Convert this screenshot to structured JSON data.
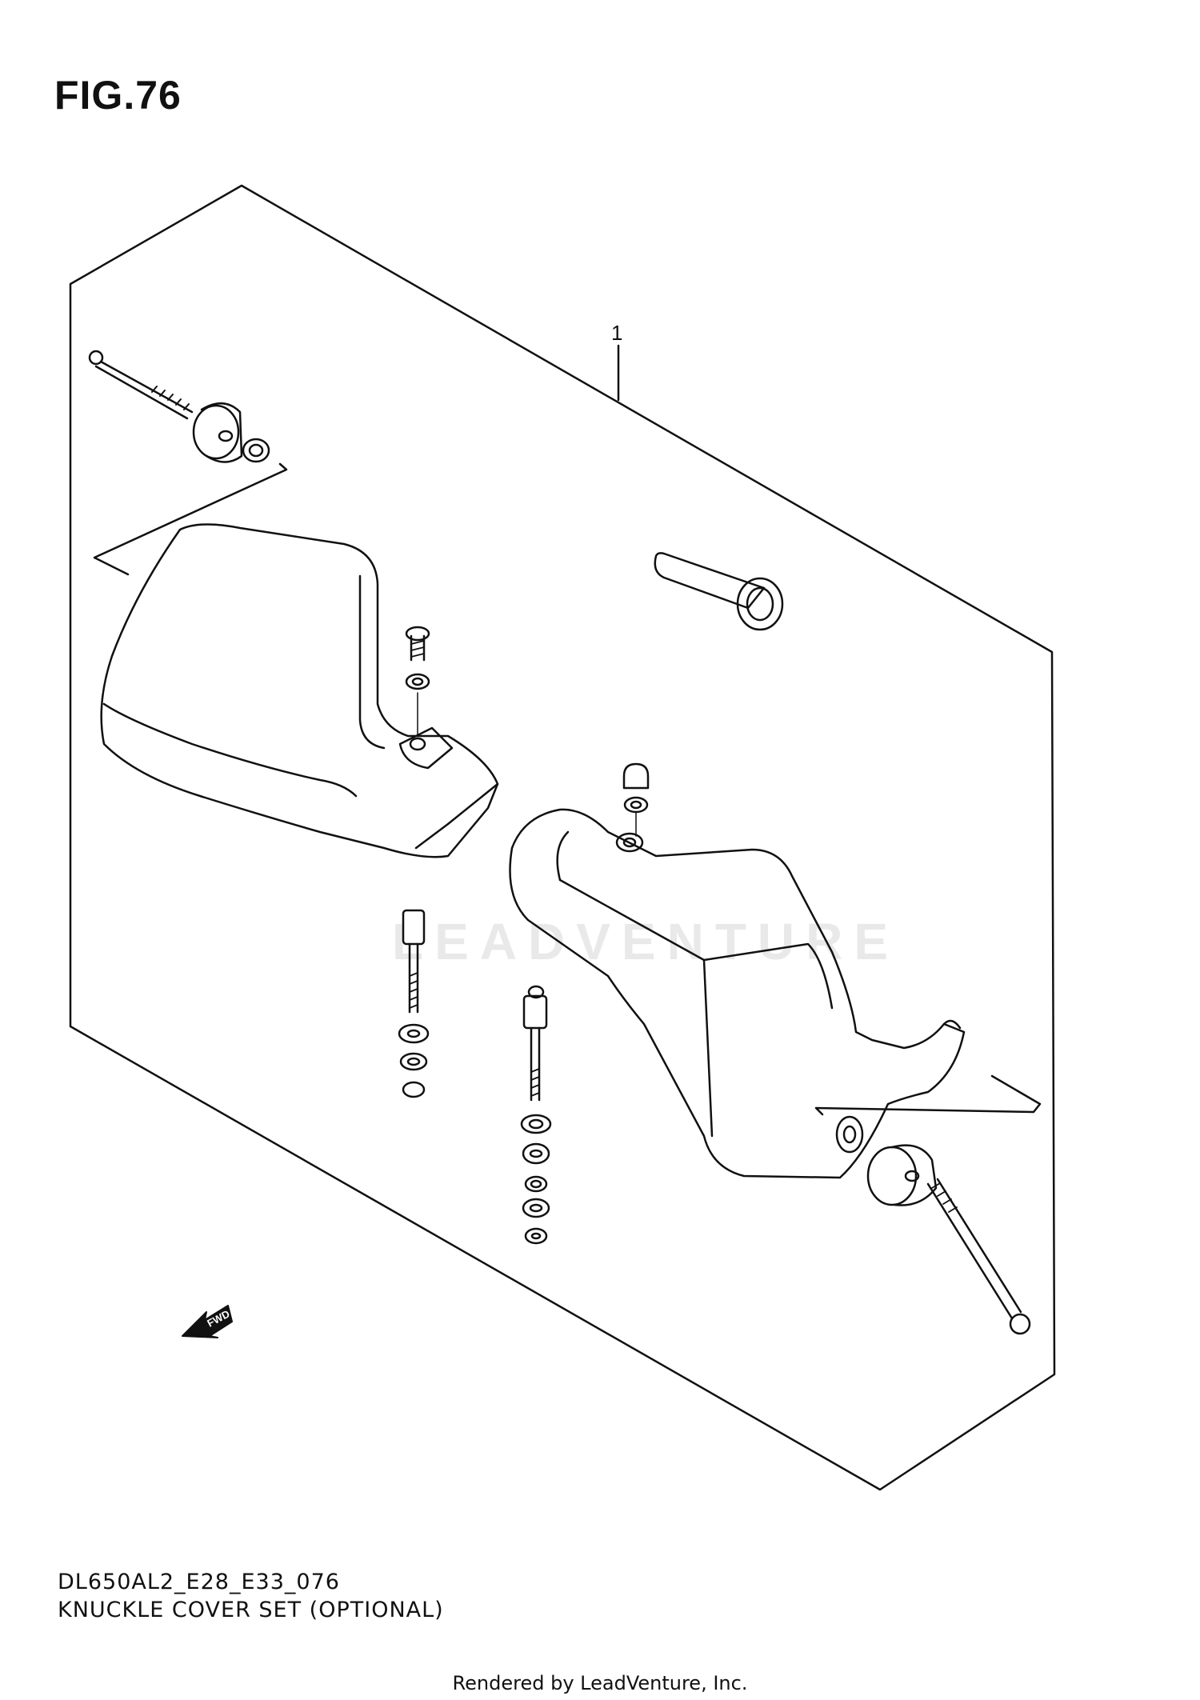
{
  "figure": {
    "title": "FIG.76"
  },
  "callouts": [
    {
      "number": "1"
    }
  ],
  "direction_marker": {
    "label": "FWD",
    "icon": "forward-arrow-icon"
  },
  "caption": {
    "model_code": "DL650AL2_E28_E33_076",
    "title": "KNUCKLE COVER SET (OPTIONAL)"
  },
  "watermark": {
    "text": "LEADVENTURE"
  },
  "footer": {
    "text": "Rendered by LeadVenture, Inc."
  }
}
